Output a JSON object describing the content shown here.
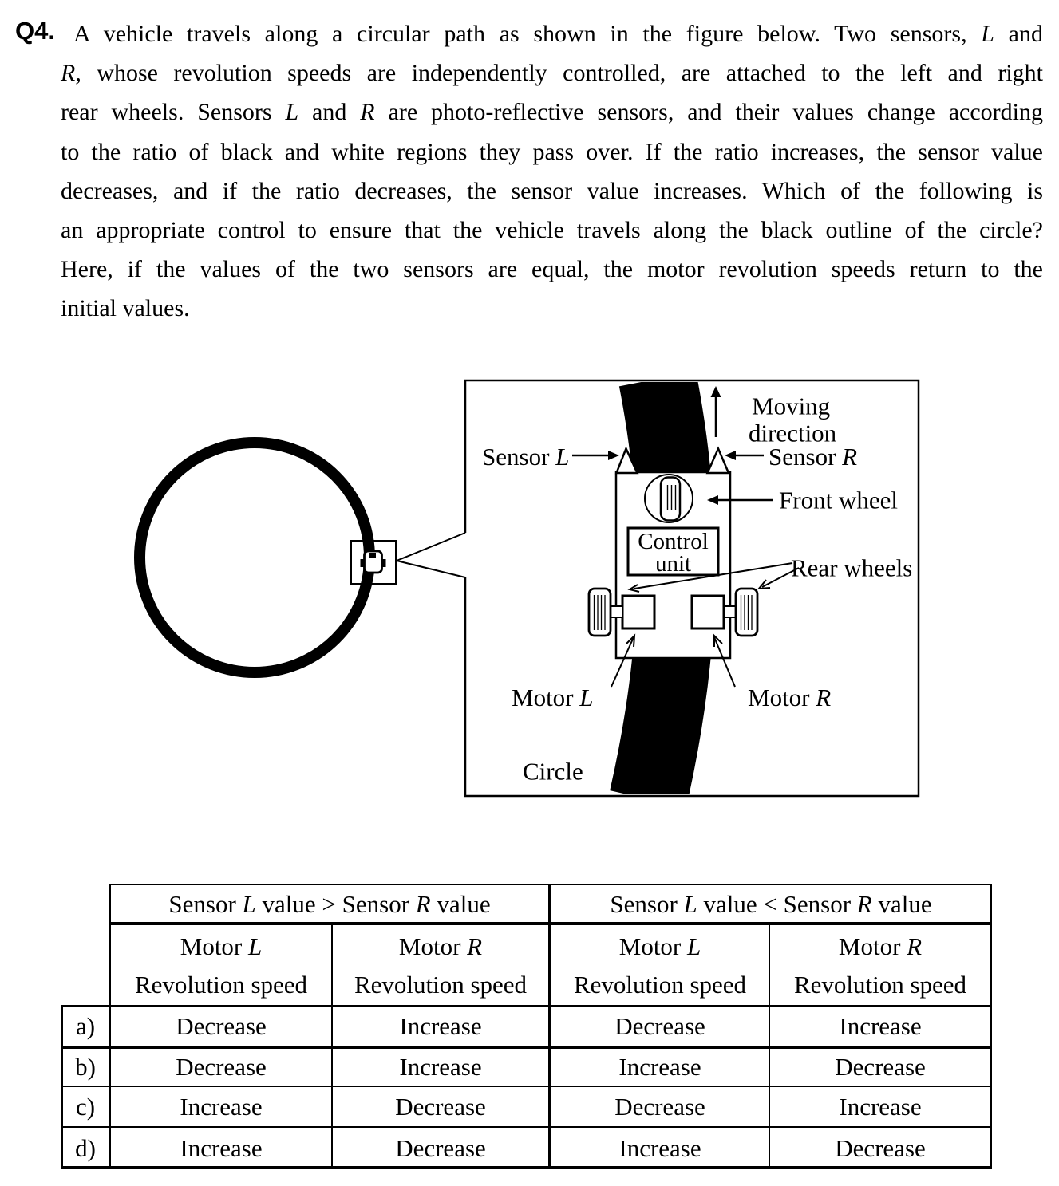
{
  "question": {
    "number": "Q4.",
    "lines": [
      "A vehicle travels along a circular path as shown in the figure below. Two sensors, *L* and",
      "*R,* whose revolution speeds are independently controlled, are attached to the left and right",
      "rear wheels. Sensors *L* and *R* are photo-reflective sensors, and their values change according",
      "to the ratio of black and white regions they pass over. If the ratio increases, the sensor value",
      "decreases, and if the ratio decreases, the sensor value increases. Which of the following is",
      "an appropriate control to ensure that the vehicle travels along the black outline of the circle?",
      "Here, if the values of the two sensors are equal, the motor revolution speeds return to the",
      "initial values."
    ]
  },
  "figure": {
    "moving_direction_line1": "Moving",
    "moving_direction_line2": "direction",
    "sensor_l": "Sensor *L*",
    "sensor_r": "Sensor *R*",
    "front_wheel": "Front wheel",
    "control_unit_line1": "Control",
    "control_unit_line2": "unit",
    "rear_wheels": "Rear wheels",
    "motor_l": "Motor *L*",
    "motor_r": "Motor *R*",
    "circle_label": "Circle"
  },
  "table": {
    "group_headers": [
      "Sensor *L* value > Sensor *R* value",
      "Sensor *L* value < Sensor *R* value"
    ],
    "columns": [
      {
        "line1": "Motor *L*",
        "line2": "Revolution speed"
      },
      {
        "line1": "Motor *R*",
        "line2": "Revolution speed"
      },
      {
        "line1": "Motor *L*",
        "line2": "Revolution speed"
      },
      {
        "line1": "Motor *R*",
        "line2": "Revolution speed"
      }
    ],
    "rows": [
      {
        "label": "a)",
        "cells": [
          "Decrease",
          "Increase",
          "Decrease",
          "Increase"
        ]
      },
      {
        "label": "b)",
        "cells": [
          "Decrease",
          "Increase",
          "Increase",
          "Decrease"
        ]
      },
      {
        "label": "c)",
        "cells": [
          "Increase",
          "Decrease",
          "Decrease",
          "Increase"
        ]
      },
      {
        "label": "d)",
        "cells": [
          "Increase",
          "Decrease",
          "Increase",
          "Decrease"
        ]
      }
    ]
  }
}
